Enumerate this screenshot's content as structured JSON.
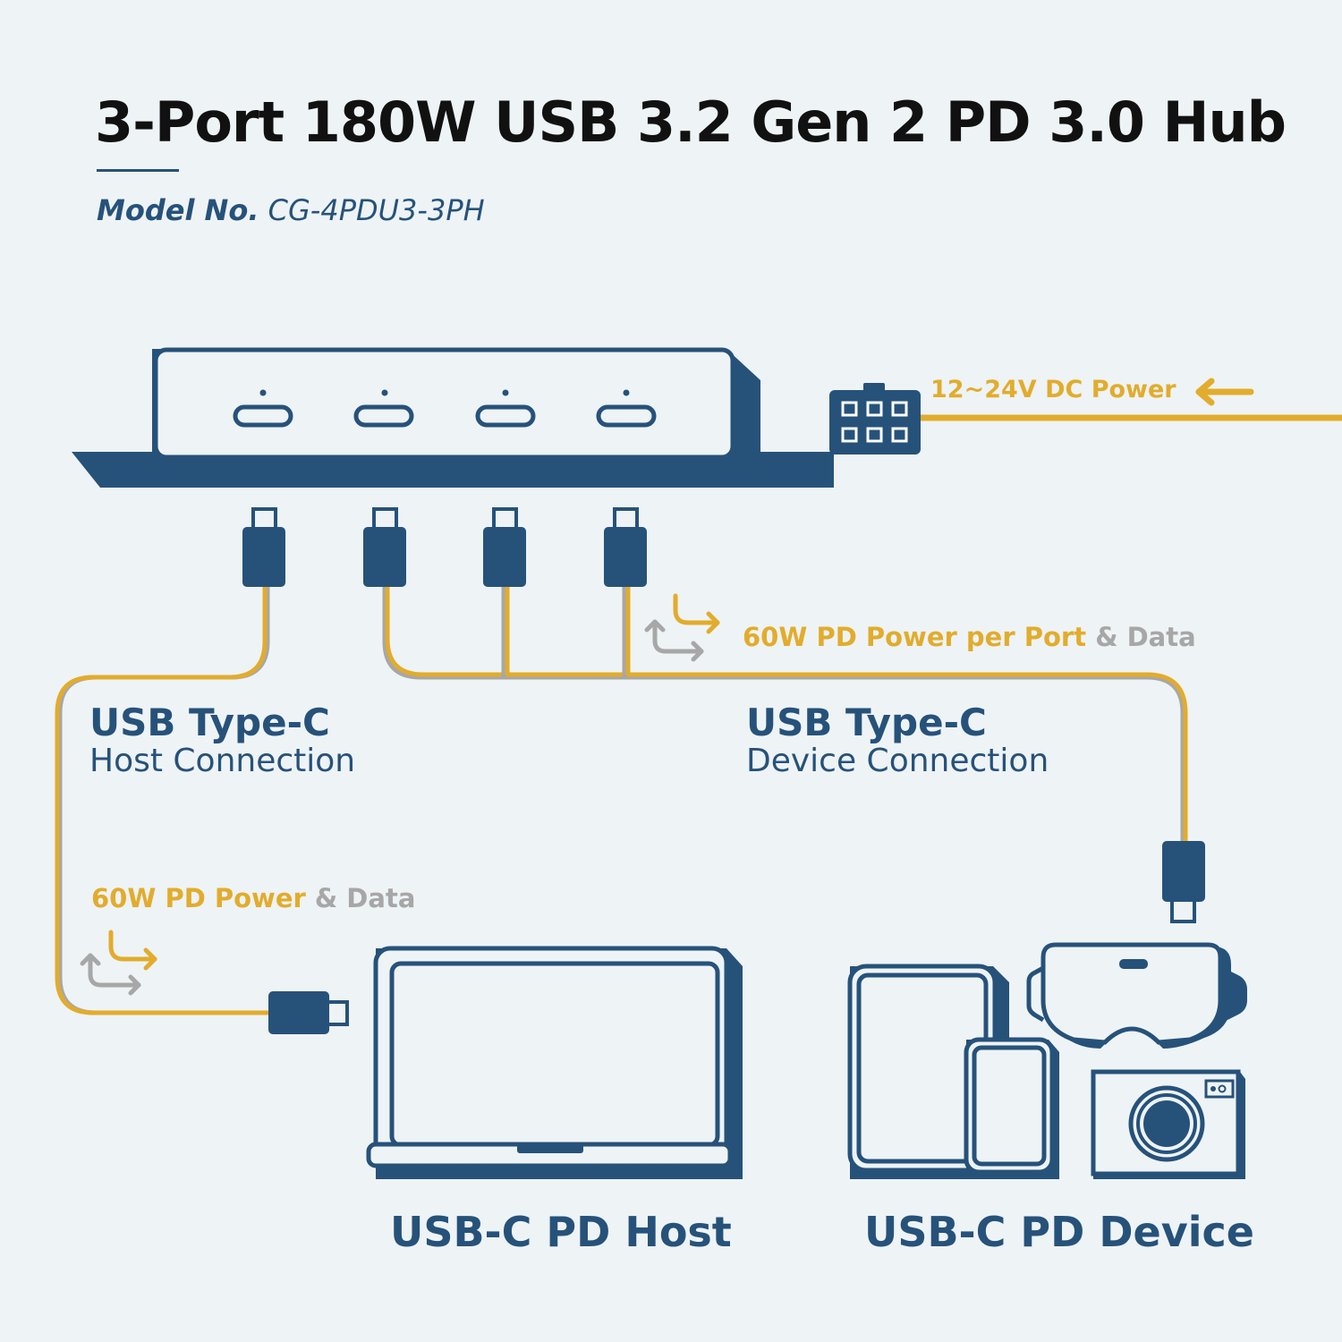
{
  "header": {
    "title": "3-Port 180W USB 3.2 Gen 2 PD 3.0 Hub",
    "model_label": "Model No.",
    "model_value": "CG-4PDU3-3PH"
  },
  "power_input": {
    "label": "12~24V DC Power"
  },
  "device_side": {
    "power_label": "60W PD Power per Port",
    "data_label": "& Data",
    "title": "USB Type-C",
    "subtitle": "Device Connection",
    "bottom_label": "USB-C PD Device"
  },
  "host_side": {
    "power_label": "60W PD Power",
    "data_label": "& Data",
    "title": "USB Type-C",
    "subtitle": "Host Connection",
    "bottom_label": "USB-C PD Host"
  },
  "colors": {
    "navy": "#26527a",
    "yellow": "#e2ac2c",
    "gray": "#a7a7a7",
    "background": "#eef3f6"
  },
  "icons": [
    "hub-icon",
    "usb-c-port-icon",
    "dc-power-connector-icon",
    "usb-c-plug-icon",
    "power-data-arrows-icon",
    "laptop-icon",
    "tablet-icon",
    "phone-icon",
    "vr-headset-icon",
    "camera-icon"
  ]
}
